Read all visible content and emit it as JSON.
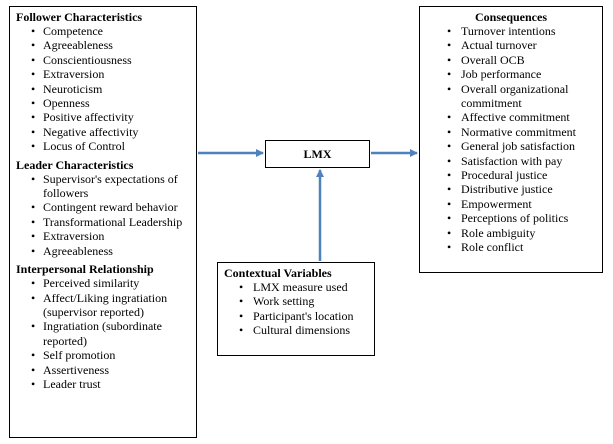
{
  "follower": {
    "title": "Follower Characteristics",
    "items": [
      "Competence",
      "Agreeableness",
      "Conscientiousness",
      "Extraversion",
      "Neuroticism",
      "Openness",
      "Positive affectivity",
      "Negative affectivity",
      "Locus of Control"
    ]
  },
  "leader": {
    "title": "Leader Characteristics",
    "items": [
      "Supervisor's expectations of followers",
      "Contingent reward behavior",
      "Transformational Leadership",
      "Extraversion",
      "Agreeableness"
    ]
  },
  "interpersonal": {
    "title": "Interpersonal Relationship",
    "items": [
      "Perceived similarity",
      "Affect/Liking ingratiation (supervisor reported)",
      "Ingratiation (subordinate reported)",
      "Self promotion",
      "Assertiveness",
      "Leader trust"
    ]
  },
  "lmx": {
    "label": "LMX"
  },
  "contextual": {
    "title": "Contextual Variables",
    "items": [
      "LMX measure used",
      "Work setting",
      "Participant's location",
      "Cultural dimensions"
    ]
  },
  "consequences": {
    "title": "Consequences",
    "items": [
      "Turnover intentions",
      "Actual turnover",
      "Overall OCB",
      "Job performance",
      "Overall organizational commitment",
      "Affective commitment",
      "Normative commitment",
      "General job satisfaction",
      "Satisfaction with pay",
      "Procedural justice",
      "Distributive justice",
      "Empowerment",
      "Perceptions of politics",
      "Role ambiguity",
      "Role conflict"
    ]
  },
  "colors": {
    "arrow": "#4f81bd",
    "border": "#000000"
  }
}
